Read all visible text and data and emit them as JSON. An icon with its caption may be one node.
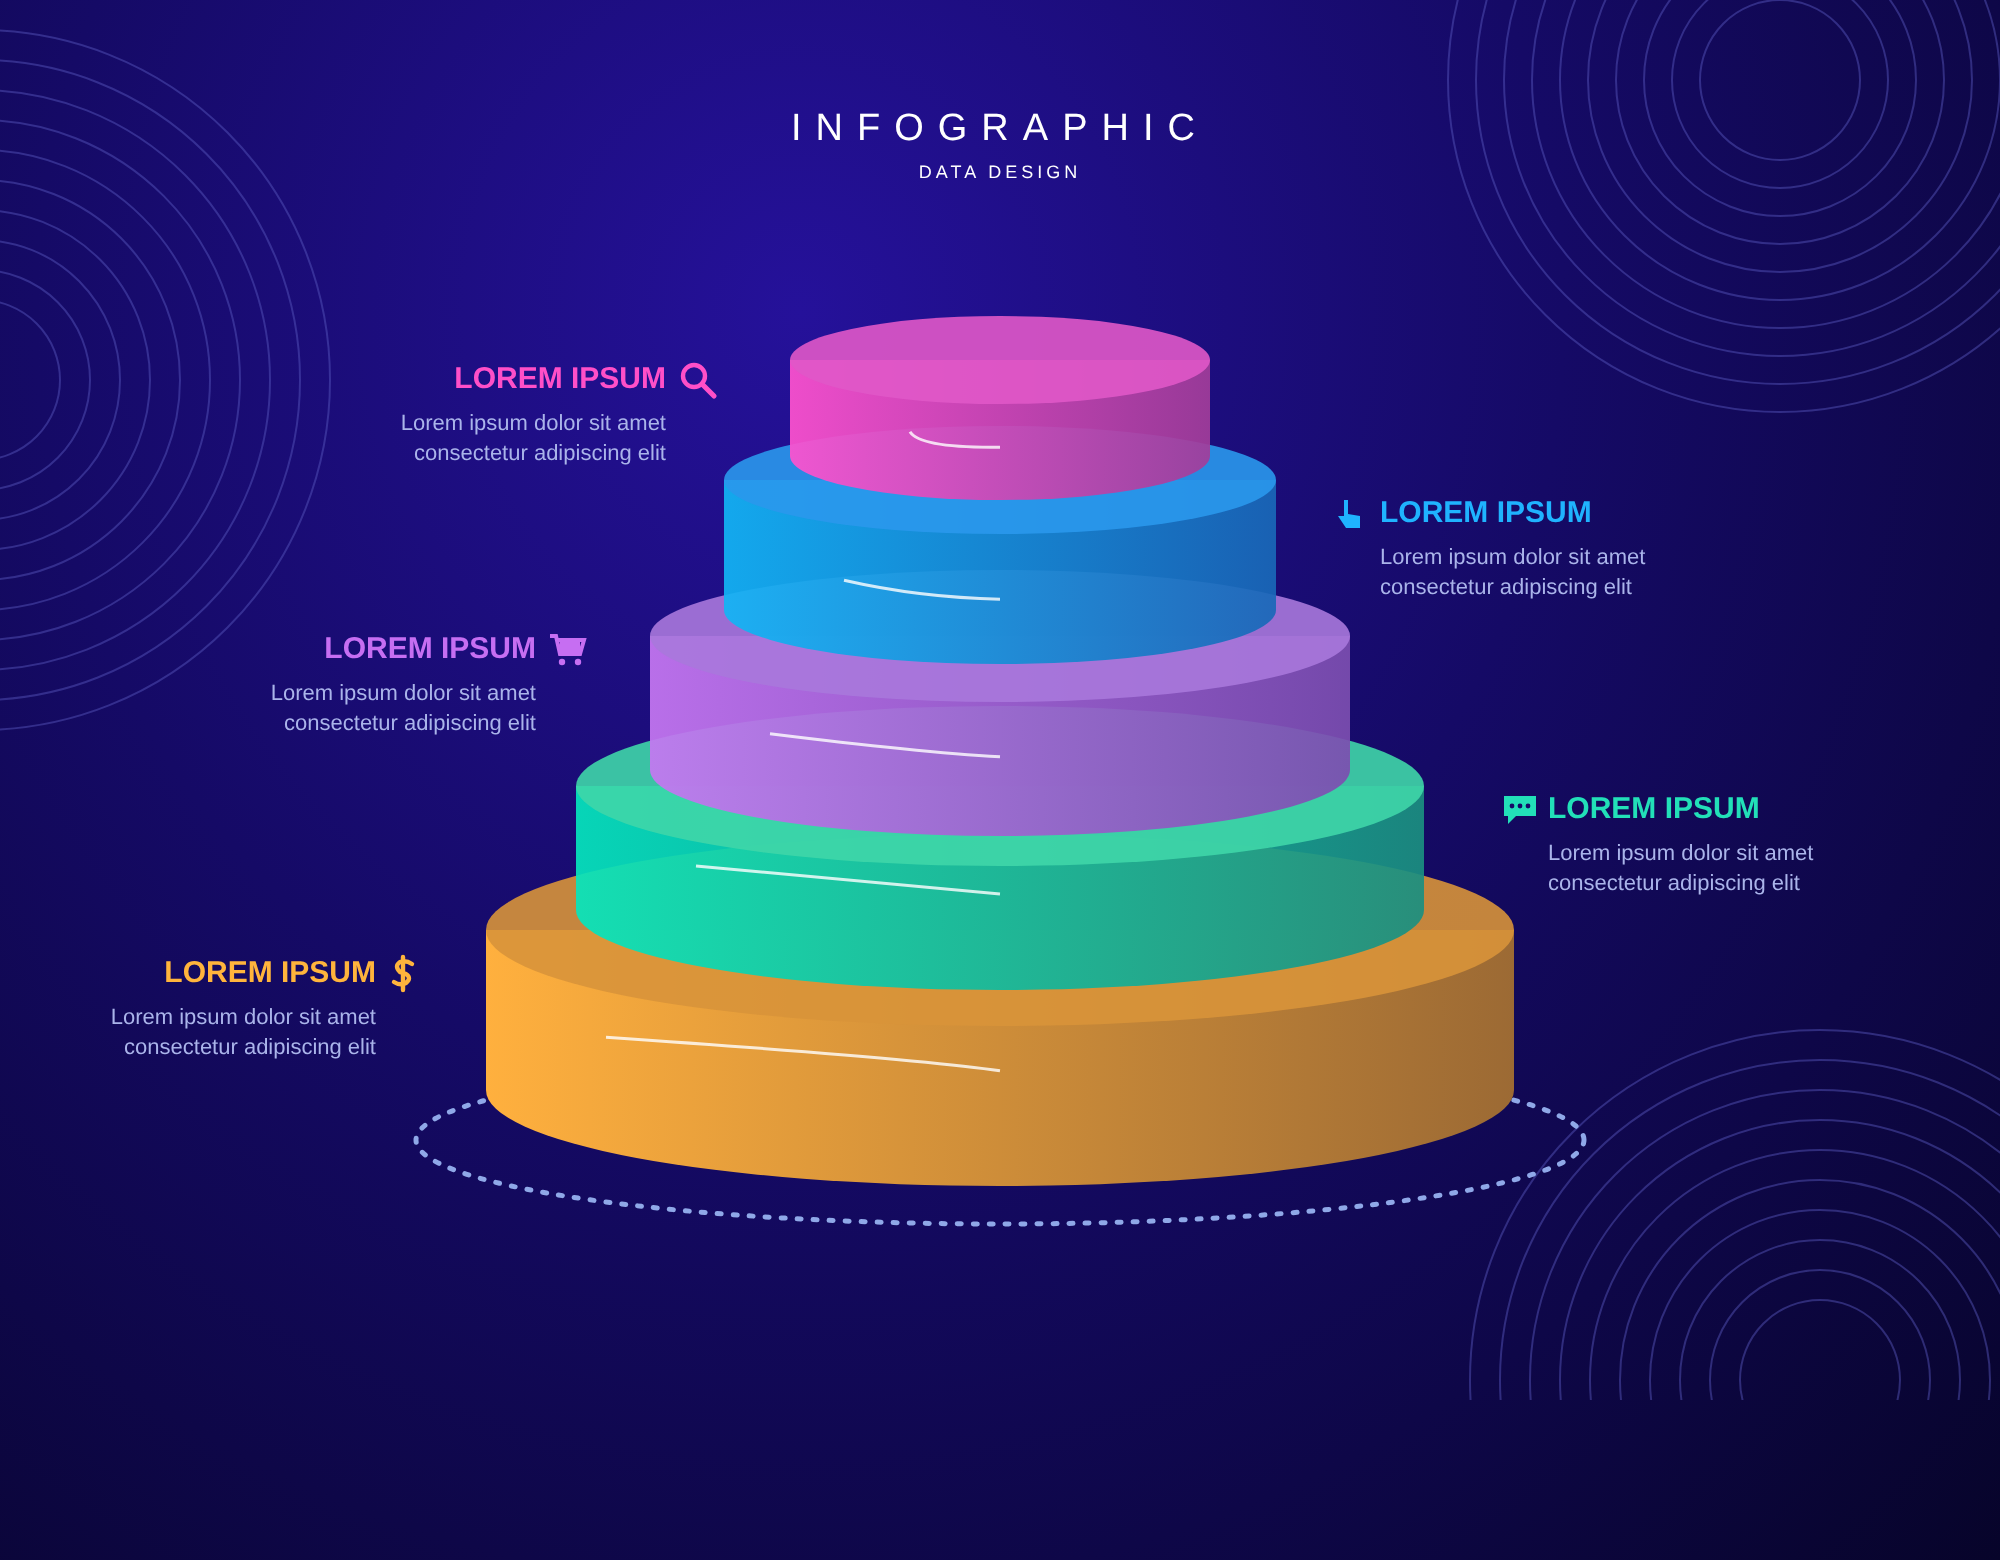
{
  "diagram": {
    "title": "INFOGRAPHIC",
    "labels": [
      "DATA DESIGN",
      "LOREM IPSUM",
      "Lorem ipsum dolor sit amet consectetur adipiscing elit",
      "LOREM IPSUM",
      "Lorem ipsum dolor sit amet consectetur adipiscing elit",
      "LOREM IPSUM",
      "Lorem ipsum dolor sit amet consectetur adipiscing elit",
      "LOREM IPSUM",
      "Lorem ipsum dolor sit amet consectetur adipiscing elit",
      "LOREM IPSUM",
      "Lorem ipsum dolor sit amet consectetur adipiscing elit"
    ]
  }
}
